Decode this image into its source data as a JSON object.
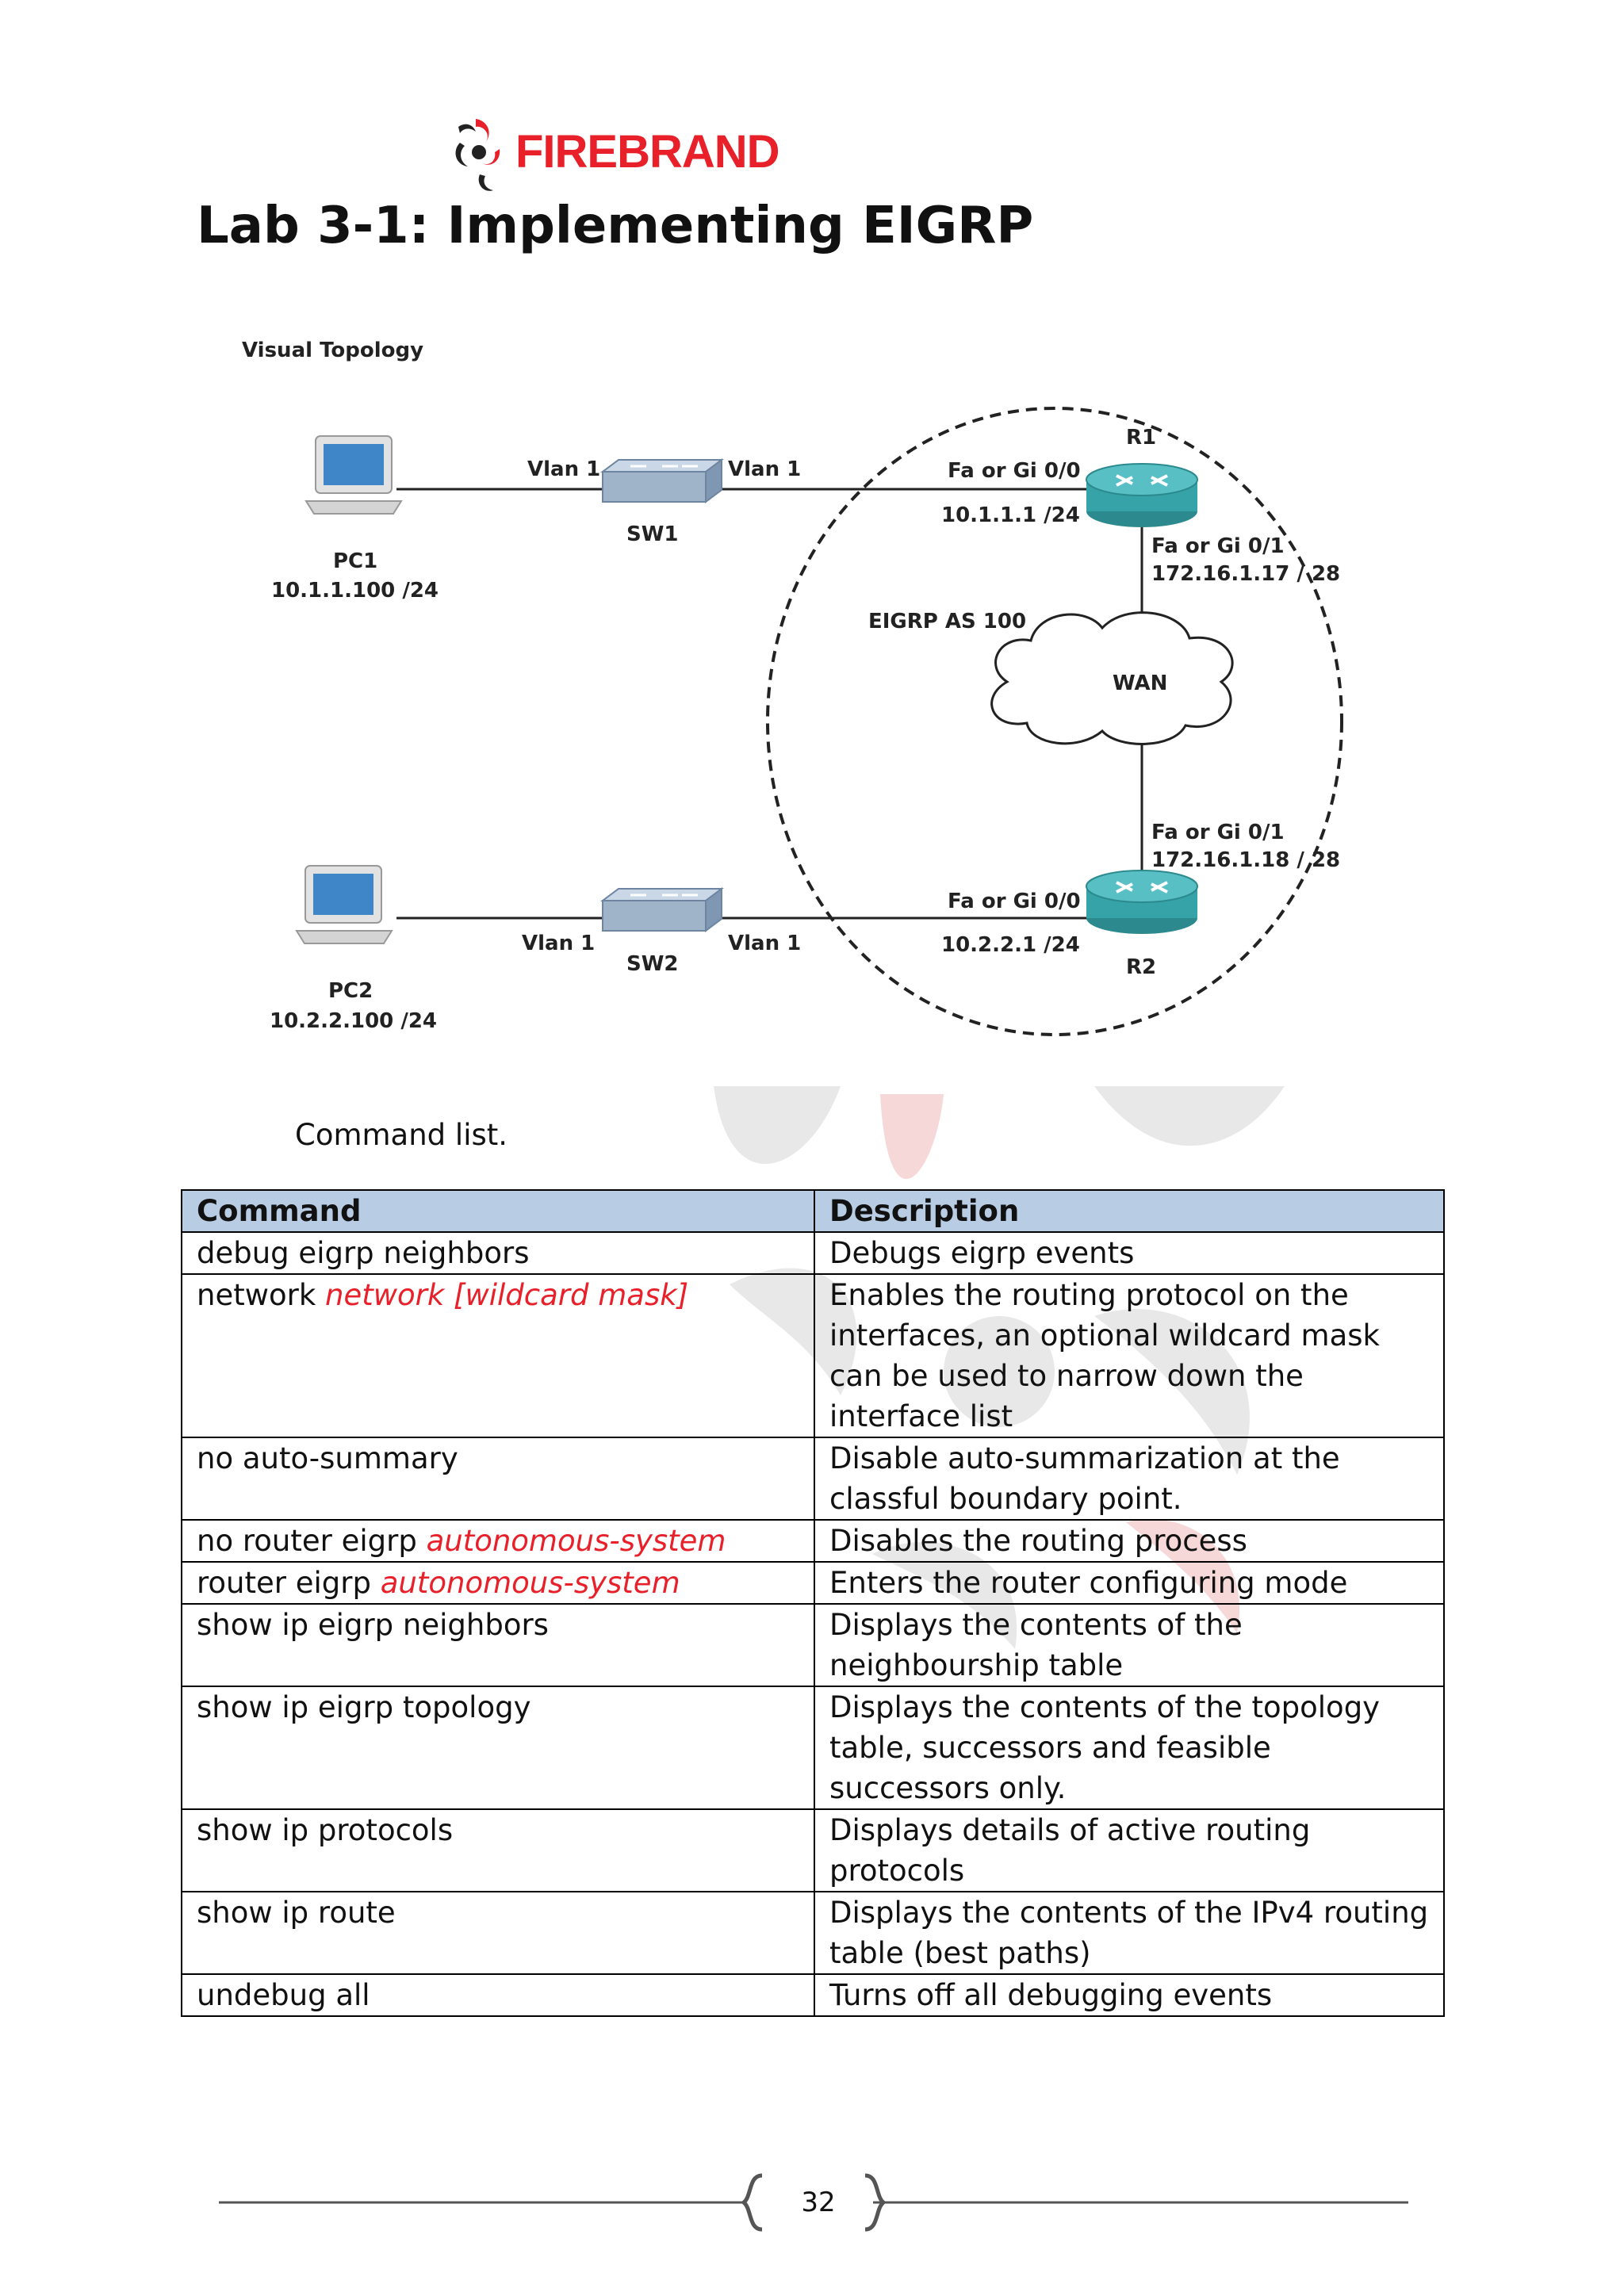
{
  "logo": {
    "text": "FIREBRAND",
    "color": "#e8202a"
  },
  "title": "Lab 3-1: Implementing EIGRP",
  "topology": {
    "heading": "Visual Topology",
    "pc1": {
      "name": "PC1",
      "ip": "10.1.1.100 /24"
    },
    "pc2": {
      "name": "PC2",
      "ip": "10.2.2.100 /24"
    },
    "sw1": {
      "name": "SW1",
      "vlan_left": "Vlan 1",
      "vlan_right": "Vlan 1"
    },
    "sw2": {
      "name": "SW2",
      "vlan_left": "Vlan 1",
      "vlan_right": "Vlan 1"
    },
    "r1": {
      "name": "R1",
      "if_lan": "Fa or Gi 0/0",
      "ip_lan": "10.1.1.1 /24",
      "if_wan": "Fa or Gi 0/1",
      "ip_wan": "172.16.1.17 / 28"
    },
    "r2": {
      "name": "R2",
      "if_lan": "Fa or Gi 0/0",
      "ip_lan": "10.2.2.1 /24",
      "if_wan": "Fa or Gi 0/1",
      "ip_wan": "172.16.1.18 / 28"
    },
    "eigrp_label": "EIGRP AS 100",
    "wan_label": "WAN"
  },
  "caption": "Command list.",
  "table": {
    "headers": [
      "Command",
      "Description"
    ],
    "rows": [
      {
        "cmd": "debug eigrp neighbors",
        "arg": "",
        "desc": "Debugs eigrp events"
      },
      {
        "cmd": "network ",
        "arg": "network [wildcard mask]",
        "desc": "Enables the routing protocol on the interfaces, an optional wildcard mask can be used to narrow down the interface list"
      },
      {
        "cmd": "no auto-summary",
        "arg": "",
        "desc": "Disable auto-summarization at the classful boundary point."
      },
      {
        "cmd": "no router eigrp ",
        "arg": "autonomous-system",
        "desc": "Disables the routing process"
      },
      {
        "cmd": "router eigrp ",
        "arg": "autonomous-system",
        "desc": "Enters the router configuring mode"
      },
      {
        "cmd": "show ip eigrp neighbors",
        "arg": "",
        "desc": "Displays the contents of the neighbourship table"
      },
      {
        "cmd": "show ip eigrp topology",
        "arg": "",
        "desc": "Displays the contents of the topology table, successors and feasible successors only."
      },
      {
        "cmd": "show ip protocols",
        "arg": "",
        "desc": "Displays details of active routing protocols"
      },
      {
        "cmd": "show ip route",
        "arg": "",
        "desc": "Displays the contents of the IPv4 routing table (best paths)"
      },
      {
        "cmd": "undebug all",
        "arg": "",
        "desc": "Turns off all debugging events"
      }
    ]
  },
  "footer": {
    "page_number": "32"
  }
}
